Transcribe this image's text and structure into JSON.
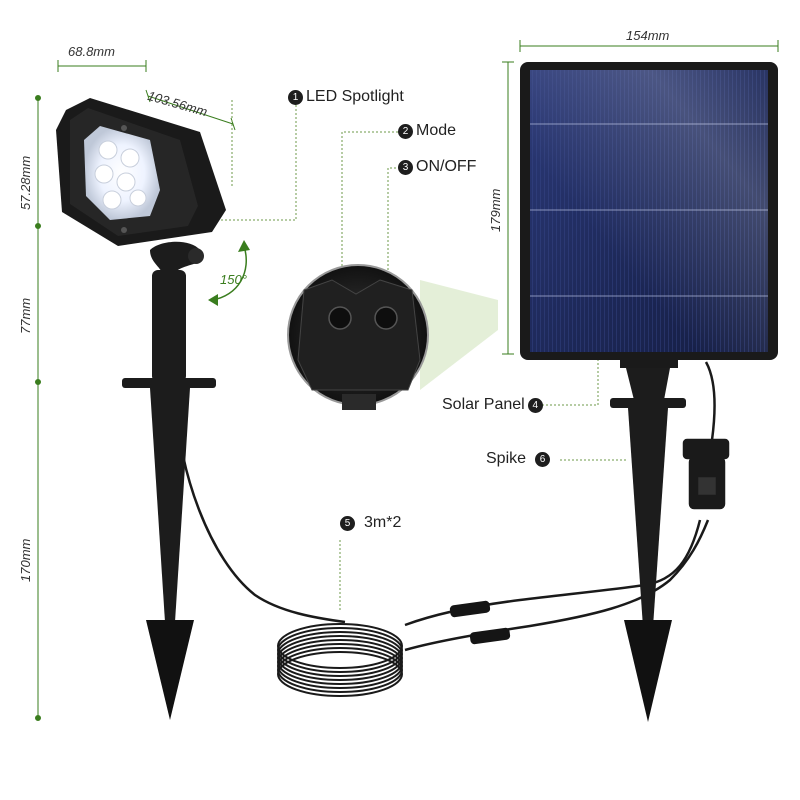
{
  "dimensions": {
    "spot_width": "68.8mm",
    "spot_depth": "103.56mm",
    "spot_height": "57.28mm",
    "stem_height": "77mm",
    "stake_height": "170mm",
    "panel_width": "154mm",
    "panel_height": "179mm",
    "angle": "150°"
  },
  "callouts": [
    {
      "num": "1",
      "text": "LED Spotlight"
    },
    {
      "num": "2",
      "text": "Mode"
    },
    {
      "num": "3",
      "text": "ON/OFF"
    },
    {
      "num": "4",
      "text": "Solar Panel"
    },
    {
      "num": "5",
      "text": "3m*2"
    },
    {
      "num": "6",
      "text": "Spike"
    }
  ],
  "colors": {
    "dimension_line": "#3a7d1e",
    "callout_line": "#6e9a4a",
    "device_black": "#1c1c1c",
    "panel_blue": "#1e2a5a"
  }
}
